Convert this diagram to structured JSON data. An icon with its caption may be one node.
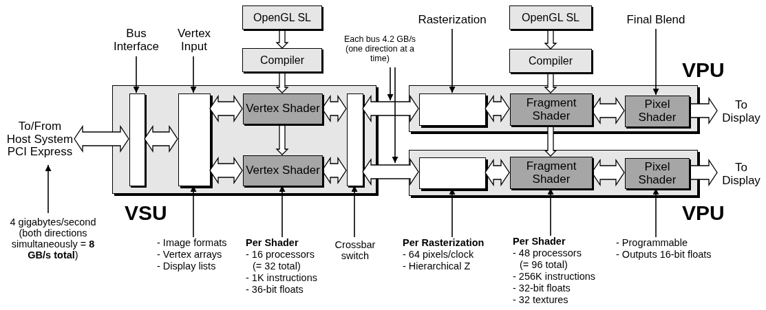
{
  "diagram": {
    "nodes": [
      {
        "text": [
          "VSU"
        ]
      },
      {
        "text": [],
        "shape": "bar",
        "in": 0
      },
      {
        "text": [],
        "shape": "box",
        "in": 0
      },
      {
        "text": [
          "Vertex Shader"
        ],
        "in": 0
      },
      {
        "text": [
          "Vertex Shader"
        ],
        "in": 0
      },
      {
        "text": [],
        "shape": "bar",
        "in": 0
      },
      {
        "text": [
          "VPU"
        ]
      },
      {
        "text": [],
        "shape": "box",
        "in": 6
      },
      {
        "text": [
          "Fragment Shader"
        ],
        "in": 6
      },
      {
        "text": [
          "Pixel Shader"
        ],
        "in": 6
      },
      {
        "text": [
          "VPU"
        ]
      },
      {
        "text": [],
        "shape": "box",
        "in": 10
      },
      {
        "text": [
          "Fragment Shader"
        ],
        "in": 10
      },
      {
        "text": [
          "Pixel Shader"
        ],
        "in": 10
      },
      {
        "text": [
          "OpenGL SL"
        ]
      },
      {
        "text": [
          "Compiler"
        ]
      },
      {
        "text": [
          "OpenGL SL"
        ]
      },
      {
        "text": [
          "Compiler"
        ]
      },
      {
        "text": [
          "To/From Host System PCI Express"
        ]
      },
      {
        "text": [
          "To Display"
        ]
      },
      {
        "text": [
          "To Display"
        ]
      },
      {
        "text": [
          "Bus Interface"
        ]
      },
      {
        "text": [
          "Vertex Input"
        ]
      },
      {
        "text": [
          "Each bus 4.2 GB/s (one direction at a time)"
        ]
      },
      {
        "text": [
          "Rasterization"
        ]
      },
      {
        "text": [
          "Final Blend"
        ]
      },
      {
        "text": [
          "4 gigabytes/second (both directions simultaneously = **8 GB/s total**)"
        ]
      },
      {
        "text": [
          "- Image formats",
          "- Vertex arrays",
          "- Display lists"
        ]
      },
      {
        "text": [
          "Per Shader",
          "- 16 processors (= 32 total)",
          "- 1K instructions",
          "- 36-bit floats"
        ]
      },
      {
        "text": [
          "Crossbar switch"
        ]
      },
      {
        "text": [
          "Per Rasterization",
          "- 64 pixels/clock",
          "- Hierarchical Z"
        ]
      },
      {
        "text": [
          "Per Shader",
          "- 48 processors (= 96 total)",
          "- 256K instructions",
          "- 32-bit floats",
          "- 32 textures"
        ]
      },
      {
        "text": [
          "- Programmable",
          "- Outputs 16-bit floats"
        ]
      }
    ],
    "edges": [
      {
        "from": 18,
        "to": 1,
        "arrow": "both"
      },
      {
        "from": 1,
        "to": 2,
        "arrow": "both"
      },
      {
        "from": 2,
        "to": 3,
        "arrow": "both"
      },
      {
        "from": 2,
        "to": 4,
        "arrow": "both"
      },
      {
        "from": 3,
        "to": 5,
        "arrow": "both"
      },
      {
        "from": 4,
        "to": 5,
        "arrow": "both"
      },
      {
        "from": 5,
        "to": 7,
        "arrow": "both"
      },
      {
        "from": 5,
        "to": 11,
        "arrow": "both"
      },
      {
        "from": 7,
        "to": 8,
        "arrow": "both"
      },
      {
        "from": 8,
        "to": 9,
        "arrow": "both"
      },
      {
        "from": 9,
        "to": 19,
        "arrow": "to"
      },
      {
        "from": 11,
        "to": 12,
        "arrow": "both"
      },
      {
        "from": 12,
        "to": 13,
        "arrow": "both"
      },
      {
        "from": 13,
        "to": 20,
        "arrow": "to"
      },
      {
        "from": 14,
        "to": 15,
        "arrow": "to"
      },
      {
        "from": 15,
        "to": 3,
        "arrow": "to"
      },
      {
        "from": 3,
        "to": 4,
        "arrow": "to"
      },
      {
        "from": 16,
        "to": 17,
        "arrow": "to"
      },
      {
        "from": 17,
        "to": 8,
        "arrow": "to"
      },
      {
        "from": 8,
        "to": 12,
        "arrow": "to"
      },
      {
        "from": 21,
        "to": 1,
        "arrow": "to"
      },
      {
        "from": 22,
        "to": 2,
        "arrow": "to"
      },
      {
        "from": 23,
        "to": 0,
        "arrow": "to"
      },
      {
        "from": 23,
        "to": 10,
        "arrow": "to"
      },
      {
        "from": 24,
        "to": 7,
        "arrow": "to"
      },
      {
        "from": 25,
        "to": 9,
        "arrow": "to"
      },
      {
        "from": 26,
        "to": 18,
        "arrow": "to"
      },
      {
        "from": 27,
        "to": 2,
        "arrow": "to"
      },
      {
        "from": 28,
        "to": 4,
        "arrow": "to"
      },
      {
        "from": 29,
        "to": 5,
        "arrow": "to"
      },
      {
        "from": 30,
        "to": 11,
        "arrow": "to"
      },
      {
        "from": 31,
        "to": 12,
        "arrow": "to"
      },
      {
        "from": 32,
        "to": 13,
        "arrow": "to"
      }
    ]
  }
}
